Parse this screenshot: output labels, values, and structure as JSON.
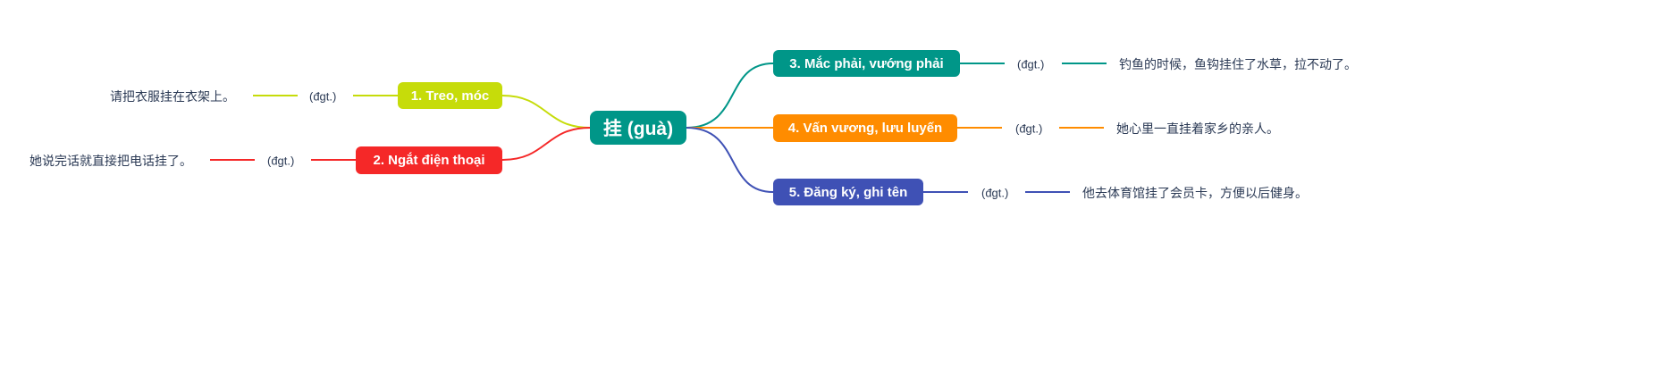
{
  "center": {
    "label": "挂 (guà)",
    "color": "#009688"
  },
  "branches": [
    {
      "label": "1. Treo, móc",
      "color": "#c6dc0a",
      "pos": "(đgt.)",
      "example": "请把衣服挂在衣架上。"
    },
    {
      "label": "2. Ngắt điện thoại",
      "color": "#f52828",
      "pos": "(đgt.)",
      "example": "她说完话就直接把电话挂了。"
    },
    {
      "label": "3. Mắc phải, vướng phải",
      "color": "#009688",
      "pos": "(đgt.)",
      "example": "钓鱼的时候，鱼钩挂住了水草，拉不动了。"
    },
    {
      "label": "4. Vấn vương, lưu luyến",
      "color": "#ff8c00",
      "pos": "(đgt.)",
      "example": "她心里一直挂着家乡的亲人。"
    },
    {
      "label": "5. Đăng ký, ghi tên",
      "color": "#3f51b5",
      "pos": "(đgt.)",
      "example": "他去体育馆挂了会员卡，方便以后健身。"
    }
  ]
}
